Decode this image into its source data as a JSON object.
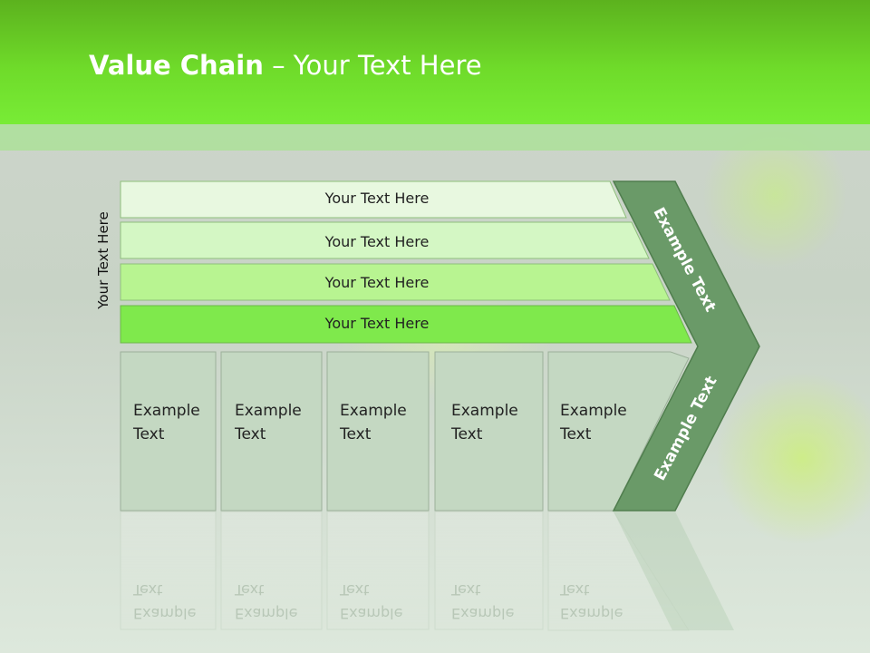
{
  "slide": {
    "title_bold": "Value Chain",
    "title_rest": " – Your Text Here",
    "side_label": "Your Text Here"
  },
  "bars": [
    {
      "label": "Your Text Here",
      "fill": "#e8f8e0"
    },
    {
      "label": "Your Text Here",
      "fill": "#d4f7c4"
    },
    {
      "label": "Your Text Here",
      "fill": "#b8f491"
    },
    {
      "label": "Your Text Here",
      "fill": "#7fe94c"
    }
  ],
  "boxes": [
    {
      "line1": "Example",
      "line2": "Text"
    },
    {
      "line1": "Example",
      "line2": "Text"
    },
    {
      "line1": "Example",
      "line2": "Text"
    },
    {
      "line1": "Example",
      "line2": "Text"
    },
    {
      "line1": "Example",
      "line2": "Text"
    }
  ],
  "chevron": {
    "upper_label": "Example Text",
    "lower_label": "Example Text",
    "fill": "#6a9a68"
  },
  "colors": {
    "header": "#6fdb2a",
    "box_fill": "#c4d8c2",
    "box_stroke": "#9cb09a"
  }
}
